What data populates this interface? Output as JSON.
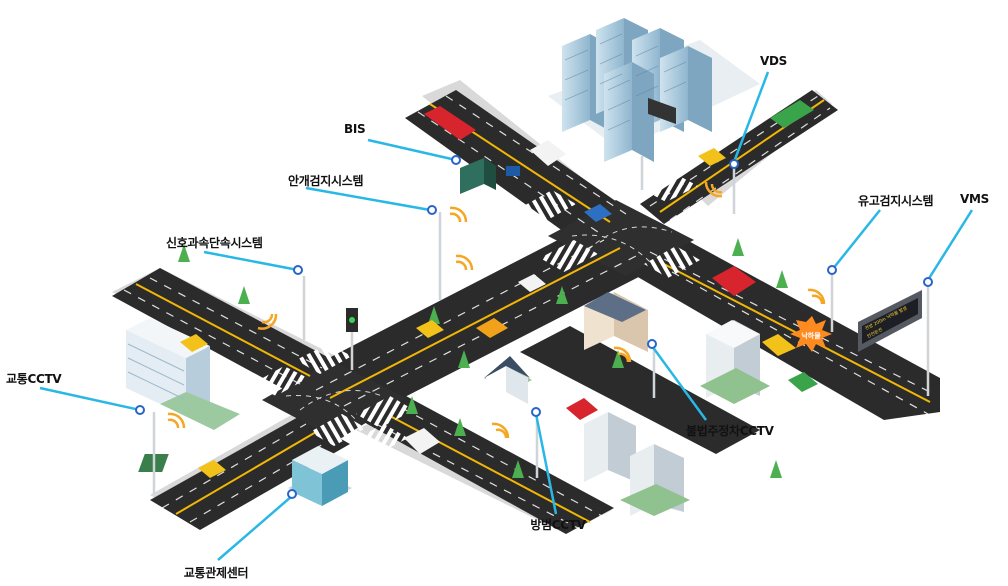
{
  "labels": {
    "bis": "BIS",
    "vds": "VDS",
    "fog": "안개검지시스템",
    "signal": "신호과속단속시스템",
    "traffic_cctv": "교통CCTV",
    "illegal_parking": "불법주정차CCTV",
    "crime_cctv": "방범CCTV",
    "control_center": "교통관제센터",
    "rain": "유고검지시스템",
    "vms": "VMS"
  },
  "signs": {
    "warning": "낙하물",
    "vms_line1": "전방 200m 낙하물 발생",
    "vms_line2": "안전운전"
  },
  "colors": {
    "road": "#2b2b2b",
    "road_edge": "#4a4a4a",
    "lane_yellow": "#f2b705",
    "crosswalk": "#ffffff",
    "pointer_line": "#29b8e6",
    "pointer_ring": "#2a64c6",
    "signal_waves": "#f5a623",
    "tree": "#4caf50",
    "vms_board": "#555a62"
  }
}
